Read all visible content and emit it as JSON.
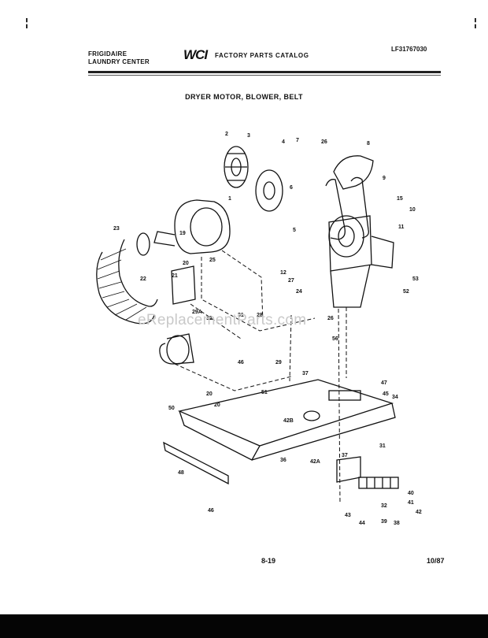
{
  "header": {
    "brand_line1": "FRIGIDAIRE",
    "brand_line2": "LAUNDRY CENTER",
    "logo": "WCI",
    "catalog": "FACTORY PARTS CATALOG",
    "model": "LF31767030"
  },
  "title": "DRYER MOTOR, BLOWER, BELT",
  "footer": {
    "page": "8-19",
    "date": "10/87"
  },
  "watermark": "eReplacementParts.com",
  "callouts": [
    "2",
    "3",
    "4",
    "7",
    "26",
    "8",
    "9",
    "15",
    "10",
    "11",
    "1",
    "19",
    "5",
    "6",
    "12",
    "27",
    "24",
    "53",
    "52",
    "23",
    "25",
    "21",
    "20",
    "22",
    "29A",
    "32",
    "31",
    "28",
    "26",
    "56",
    "46",
    "29",
    "37",
    "47",
    "20",
    "50",
    "34",
    "51",
    "20",
    "42B",
    "45",
    "36",
    "37",
    "31",
    "42A",
    "40",
    "41",
    "32",
    "39",
    "42",
    "43",
    "44",
    "48",
    "38",
    "46"
  ]
}
